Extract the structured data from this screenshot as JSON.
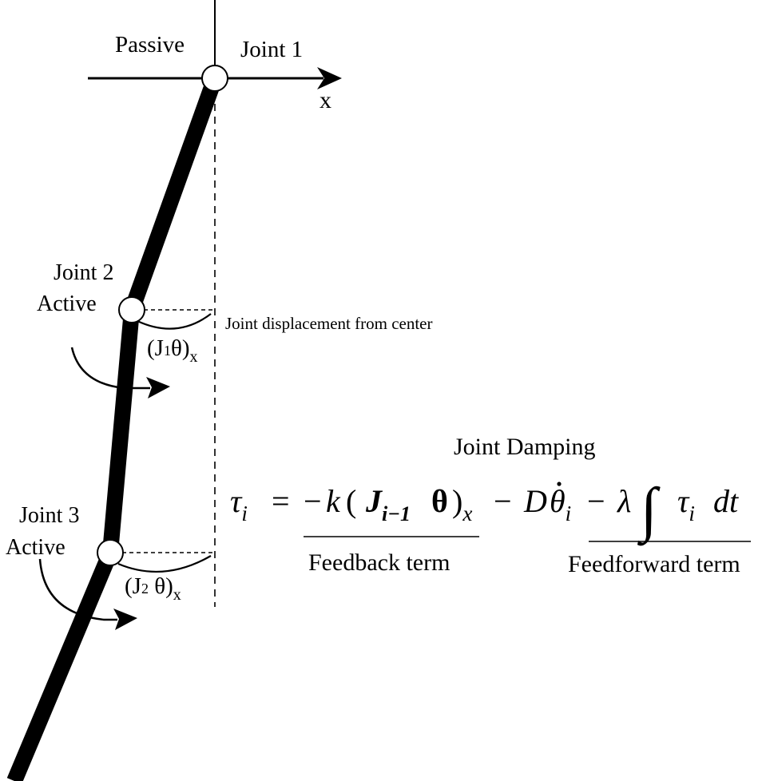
{
  "labels": {
    "passive": "Passive",
    "joint1": "Joint 1",
    "x_axis": "x",
    "joint2": "Joint 2",
    "joint2_state": "Active",
    "joint3": "Joint 3",
    "joint3_state": "Active",
    "displacement": "Joint displacement from center"
  },
  "displacement_1": {
    "open": "(J",
    "sub": "1",
    "close": "θ)",
    "axis": "x"
  },
  "displacement_2": {
    "open": "(J",
    "sub": "2",
    "close": " θ)",
    "axis": "x"
  },
  "equation": {
    "heading": "Joint Damping",
    "tau": "τ",
    "tau_sub": "i",
    "eq": "=",
    "minus_k": "−",
    "k": "k",
    "paren_open": "(",
    "J": "J",
    "J_sub": "i−1",
    "theta": "θ",
    "paren_close": ")",
    "paren_sub": "x",
    "minus_d": "−",
    "D": "D",
    "theta_dot": "θ",
    "theta_dot_sub": "i",
    "minus_lambda": "−",
    "lambda": "λ",
    "integral": "∫",
    "tau2": "τ",
    "tau2_sub": "i",
    "dt": "dt",
    "feedback_label": "Feedback term",
    "feedforward_label": "Feedforward term"
  },
  "colors": {
    "ink": "#000000",
    "joint_fill": "#ffffff",
    "background": "#ffffff"
  }
}
